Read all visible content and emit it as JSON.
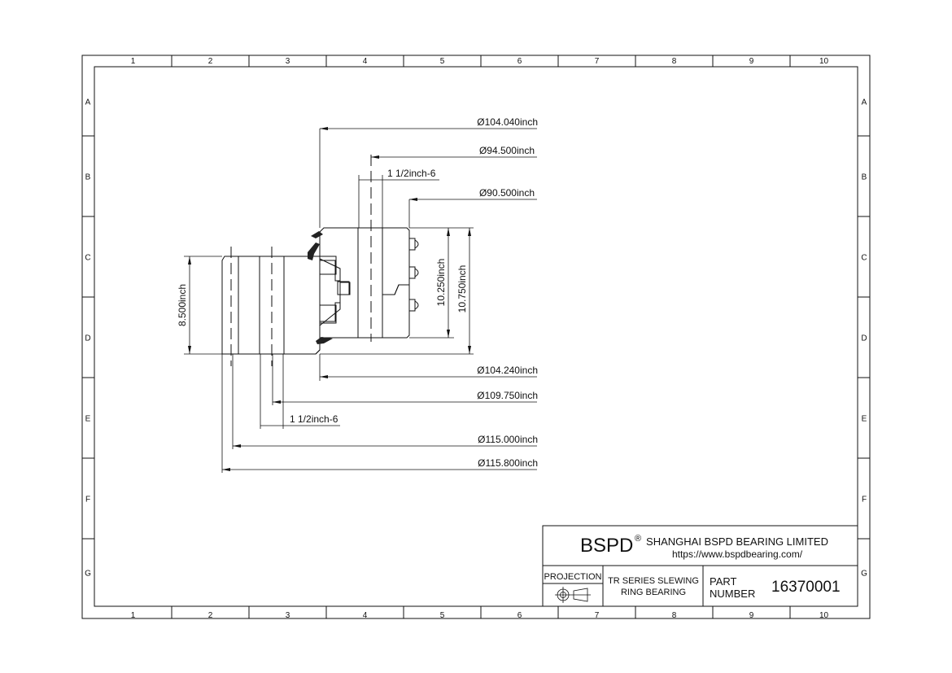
{
  "frame": {
    "columns": [
      "1",
      "2",
      "3",
      "4",
      "5",
      "6",
      "7",
      "8",
      "9",
      "10"
    ],
    "rows": [
      "A",
      "B",
      "C",
      "D",
      "E",
      "F",
      "G"
    ]
  },
  "dimensions": {
    "d_104_040": "Ø104.040inch",
    "d_94_500": "Ø94.500inch",
    "thread_top": "1 1/2inch-6",
    "d_90_500": "Ø90.500inch",
    "d_104_240": "Ø104.240inch",
    "d_109_750": "Ø109.750inch",
    "thread_bottom": "1 1/2inch-6",
    "d_115_000": "Ø115.000inch",
    "d_115_800": "Ø115.800inch",
    "h_8_500": "8.500inch",
    "h_10_250": "10.250inch",
    "h_10_750": "10.750inch"
  },
  "title_block": {
    "logo": "BSPD",
    "registered": "®",
    "company": "SHANGHAI BSPD BEARING LIMITED",
    "website": "https://www.bspdbearing.com/",
    "projection_label": "PROJECTION",
    "product_line1": "TR SERIES SLEWING",
    "product_line2": "RING BEARING",
    "part_label1": "PART",
    "part_label2": "NUMBER",
    "part_number": "16370001"
  }
}
